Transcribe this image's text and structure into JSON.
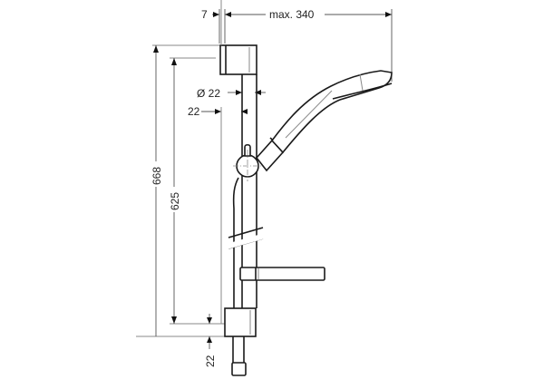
{
  "drawing": {
    "title": "Shower rail set dimension drawing",
    "colors": {
      "line": "#1a1a1a",
      "dimension_line": "#555555",
      "background": "#ffffff"
    },
    "dimensions": {
      "wall_offset": "7",
      "max_reach": "max. 340",
      "rail_diameter": "Ø 22",
      "rail_width": "22",
      "total_height": "668",
      "mount_spacing": "625",
      "bottom_offset": "22"
    }
  }
}
